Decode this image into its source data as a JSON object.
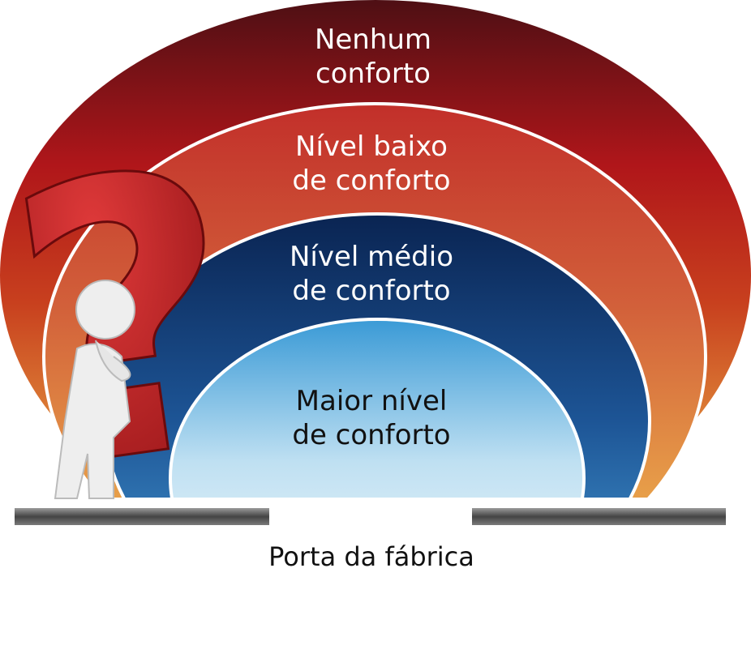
{
  "levels": [
    {
      "label_line1": "Nenhum",
      "label_line2": "conforto"
    },
    {
      "label_line1": "Nível baixo",
      "label_line2": "de conforto"
    },
    {
      "label_line1": "Nível médio",
      "label_line2": "de conforto"
    },
    {
      "label_line1": "Maior nível",
      "label_line2": "de conforto"
    }
  ],
  "footer_label": "Porta da fábrica",
  "colors": {
    "outer_top": "#5a1015",
    "outer_mid": "#c02418",
    "outer_bottom": "#f0c850",
    "low_top": "#c8362c",
    "medium_top": "#0c2a58",
    "medium_bottom": "#3f86c6",
    "high_top": "#3b9dd8"
  }
}
